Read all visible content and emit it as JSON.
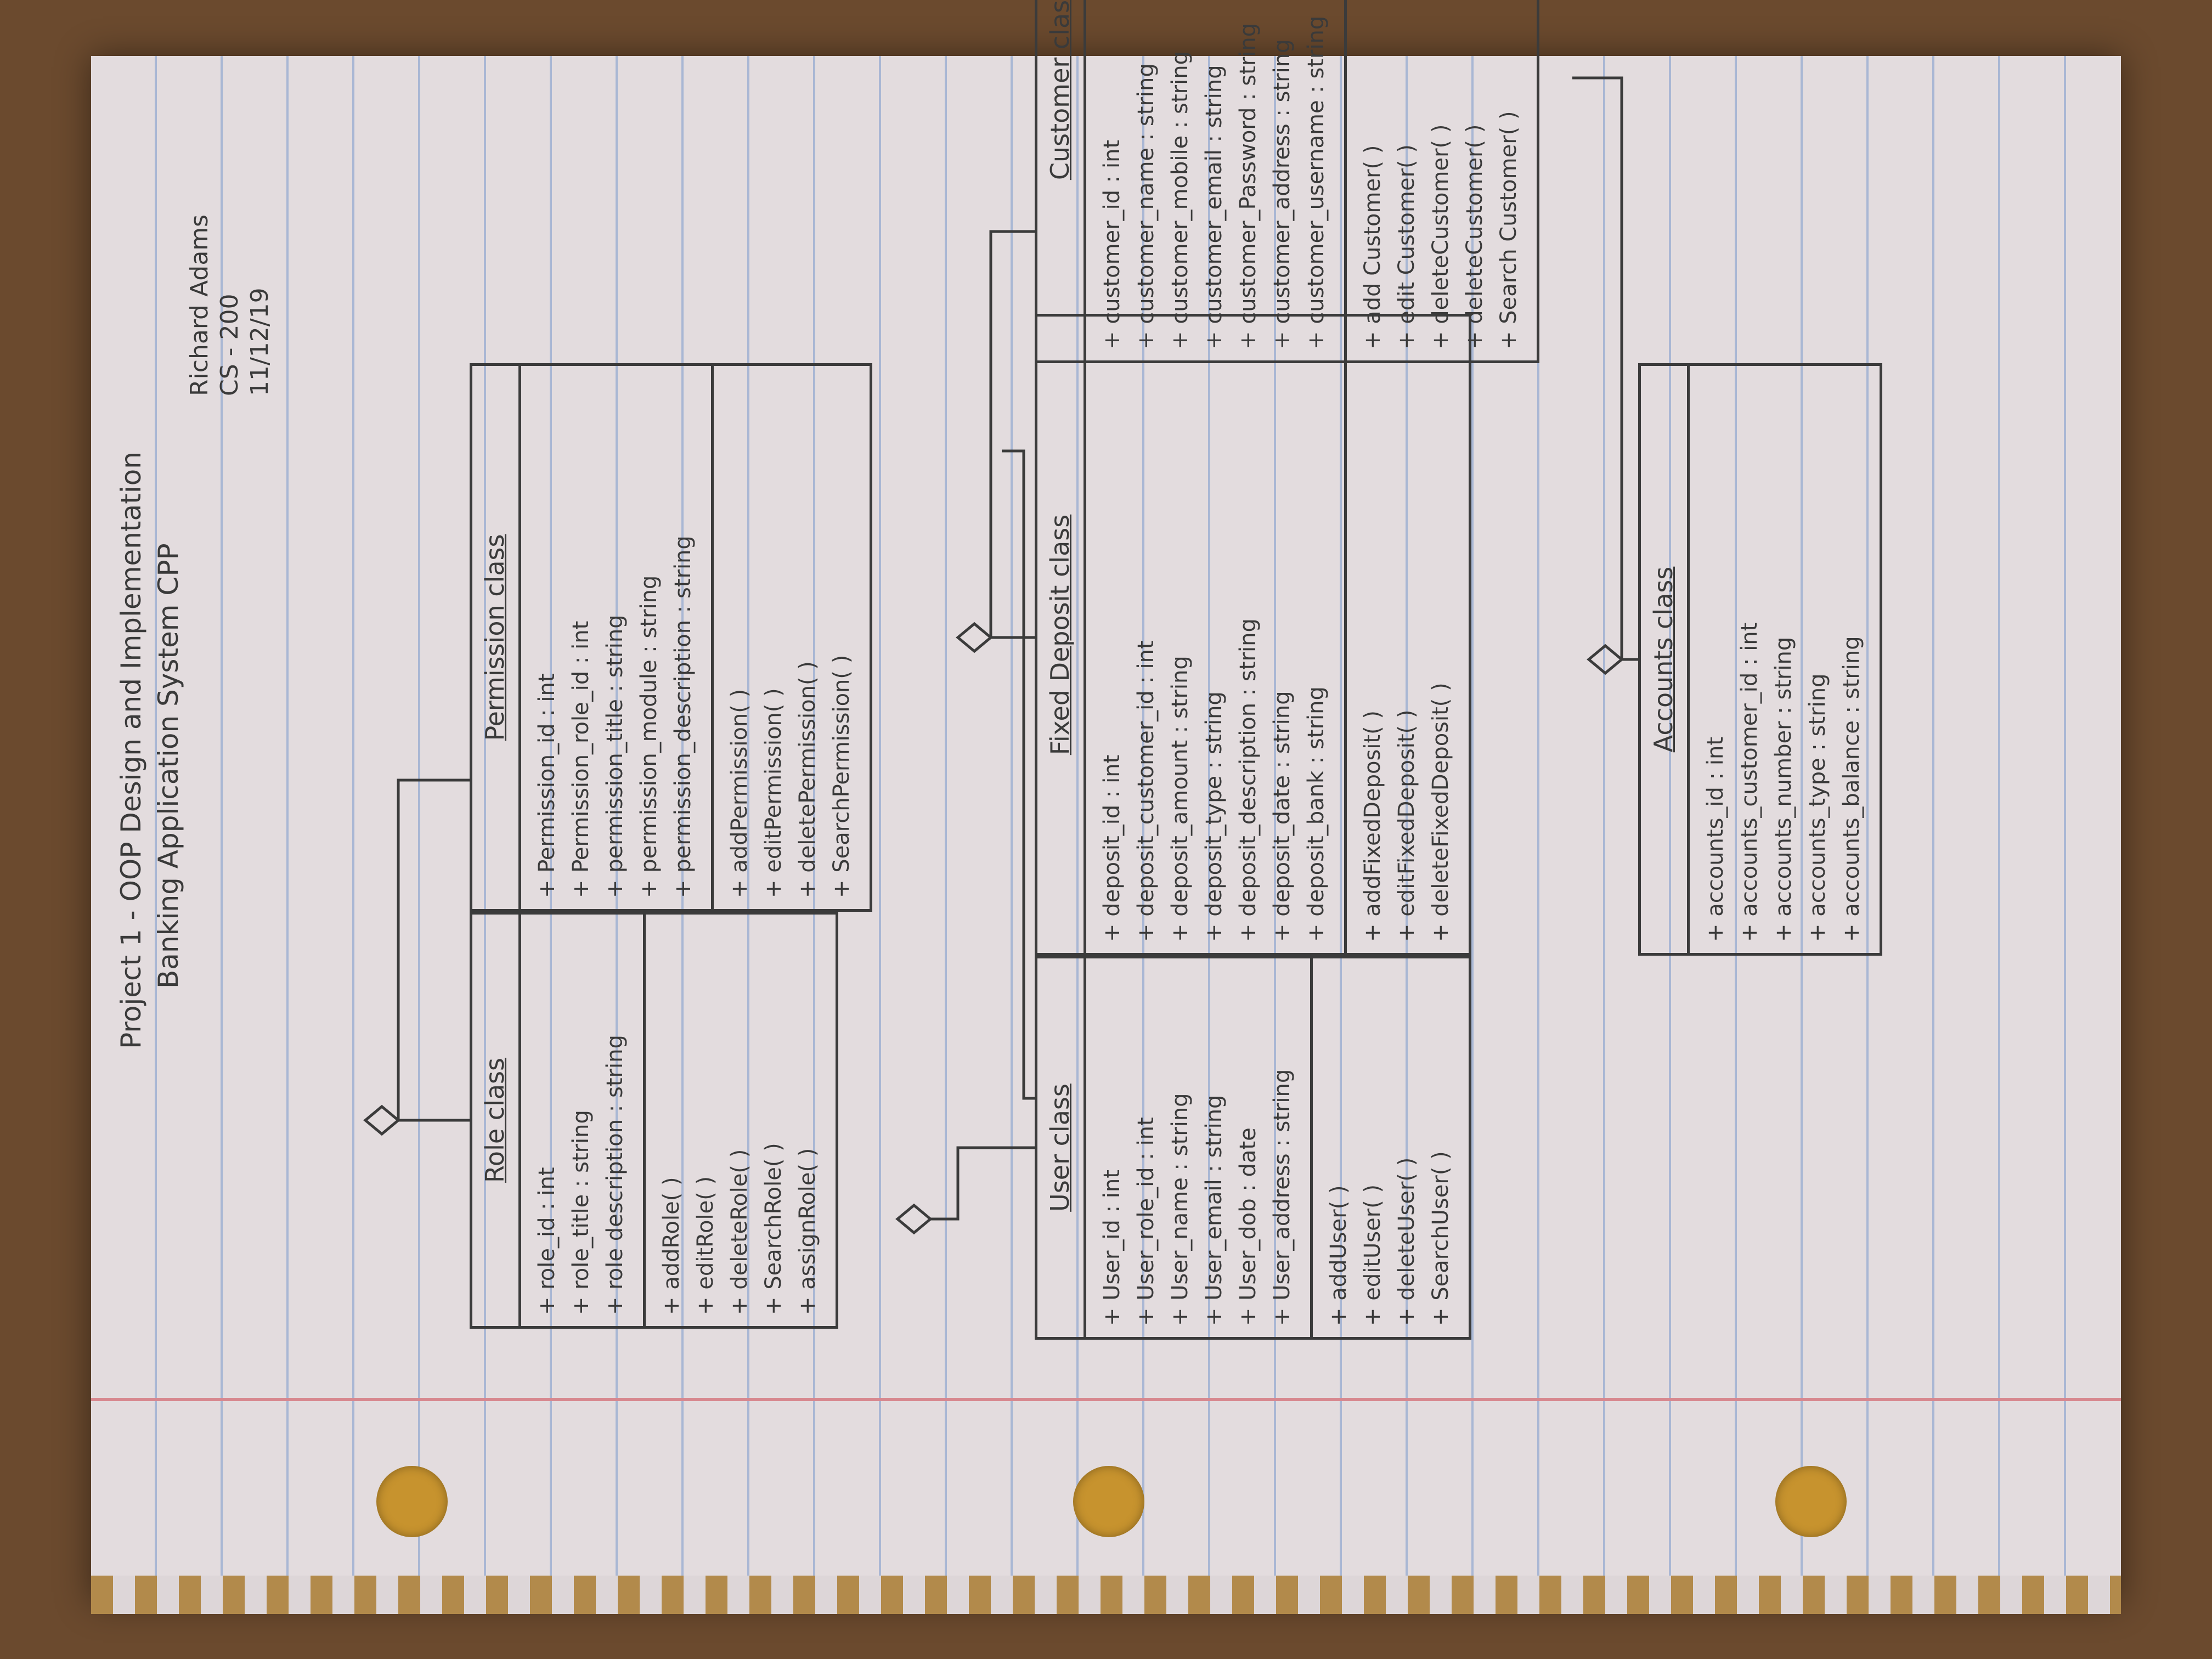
{
  "header": {
    "title_line_1": "Project 1 - OOP Design and Implementation",
    "title_line_2": "Banking Application System CPP",
    "author": "Richard Adams",
    "course": "CS - 200",
    "date": "11/12/19"
  },
  "classes": {
    "role": {
      "name": "Role class",
      "attributes": [
        "+ role_id : int",
        "+ role_title : string",
        "+ role description : string"
      ],
      "operations": [
        "+ addRole( )",
        "+ editRole( )",
        "+ deleteRole( )",
        "+ SearchRole( )",
        "+ assignRole( )"
      ]
    },
    "permission": {
      "name": "Permission class",
      "attributes": [
        "+ Permission_id : int",
        "+ Permission_role_id : int",
        "+ permission_title : string",
        "+ permission_module : string",
        "+ permission_description : string"
      ],
      "operations": [
        "+ addPermission( )",
        "+ editPermission( )",
        "+ deletePermission( )",
        "+ SearchPermission( )"
      ]
    },
    "user": {
      "name": "User class",
      "attributes": [
        "+ User_id : int",
        "+ User_role_id : int",
        "+ User_name : string",
        "+ User_email : string",
        "+ User_dob : date",
        "+ User_address : string"
      ],
      "operations": [
        "+ addUser( )",
        "+ editUser( )",
        "+ deleteUser( )",
        "+ SearchUser( )"
      ]
    },
    "fixed_deposit": {
      "name": "Fixed Deposit class",
      "attributes": [
        "+ deposit_id : int",
        "+ deposit_customer_id : int",
        "+ deposit_amount : string",
        "+ deposit_type : string",
        "+ deposit_description : string",
        "+ deposit_date : string",
        "+ deposit_bank : string"
      ],
      "operations": [
        "+ addFixedDeposit( )",
        "+ editFixedDeposit( )",
        "+ deleteFixedDeposit( )"
      ]
    },
    "customer": {
      "name": "Customer class",
      "attributes": [
        "+ customer_id : int",
        "+ customer_name : string",
        "+ customer_mobile : string",
        "+ customer_email : string",
        "+ customer_Password : string",
        "+ customer_address : string",
        "+ customer_username : string"
      ],
      "operations": [
        "+ add Customer( )",
        "+ edit Customer( )",
        "+ deleteCustomer( )",
        "+ deleteCustomer( )",
        "+ Search Customer( )"
      ]
    },
    "accounts": {
      "name": "Accounts class",
      "attributes": [
        "+ accounts_id : int",
        "+ accounts_customer_id : int",
        "+ accounts_number : string",
        "+ accounts_type : string",
        "+ accounts_balance : string"
      ],
      "operations": []
    }
  }
}
